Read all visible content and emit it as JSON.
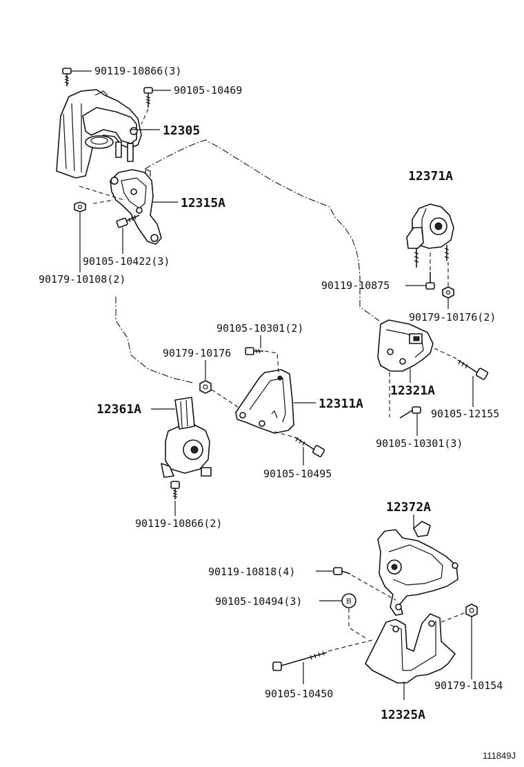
{
  "diagram_id": "111849J",
  "b_marker": "B",
  "labels": {
    "bolt_90119_10866_3": "90119-10866(3)",
    "bolt_90105_10469": "90105-10469",
    "part_12305": "12305",
    "part_12315A": "12315A",
    "bolt_90105_10422_3": "90105-10422(3)",
    "nut_90179_10108_2": "90179-10108(2)",
    "part_12371A": "12371A",
    "bolt_90119_10875": "90119-10875",
    "nut_90179_10176_2": "90179-10176(2)",
    "bolt_90105_10301_2": "90105-10301(2)",
    "nut_90179_10176": "90179-10176",
    "part_12321A": "12321A",
    "bolt_90105_12155": "90105-12155",
    "part_12361A": "12361A",
    "part_12311A": "12311A",
    "bolt_90105_10301_3": "90105-10301(3)",
    "bolt_90105_10495": "90105-10495",
    "bolt_90119_10866_2": "90119-10866(2)",
    "part_12372A": "12372A",
    "bolt_90119_10818_4": "90119-10818(4)",
    "bolt_90105_10494_3": "90105-10494(3)",
    "nut_90179_10154": "90179-10154",
    "bolt_90105_10450": "90105-10450",
    "part_12325A": "12325A"
  }
}
